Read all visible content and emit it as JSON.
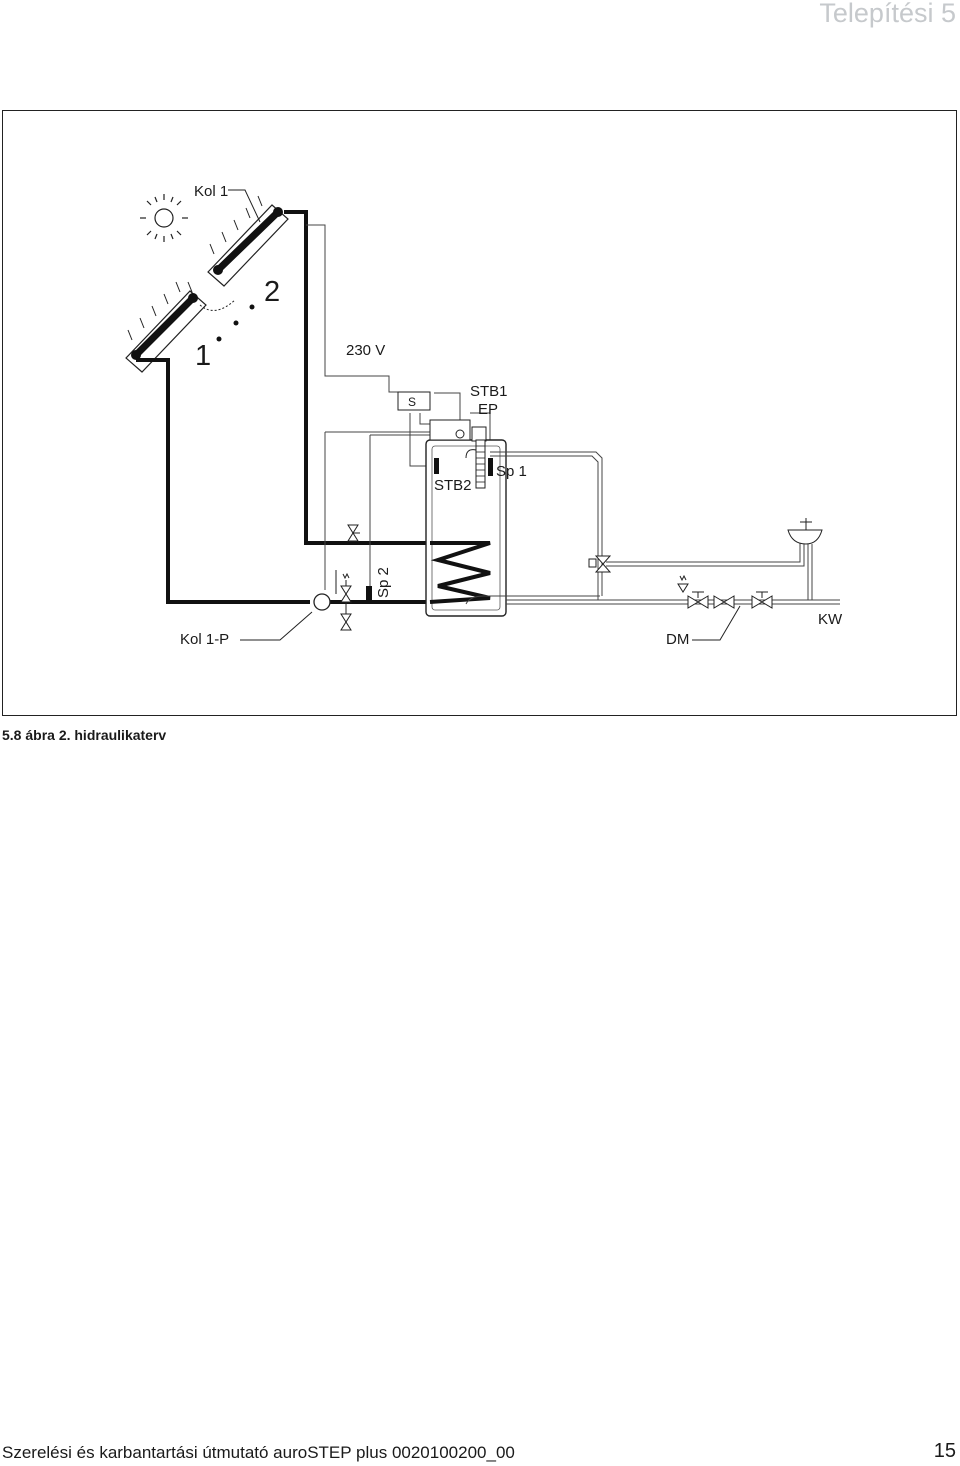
{
  "header": {
    "section_title": "Telepítési 5"
  },
  "figure": {
    "caption": "5.8 ábra 2. hidraulikaterv",
    "labels": {
      "kol1": "Kol 1",
      "collector_2": "2",
      "collector_1": "1",
      "voltage": "230 V",
      "stb1": "STB1",
      "ep": "EP",
      "s": "S",
      "stb2": "STB2",
      "sp1": "Sp 1",
      "sp2": "Sp 2",
      "kol1p": "Kol 1-P",
      "dm": "DM",
      "kw": "KW"
    }
  },
  "footer": {
    "text": "Szerelési és karbantartási útmutató auroSTEP plus 0020100200_00",
    "page_number": "15"
  }
}
